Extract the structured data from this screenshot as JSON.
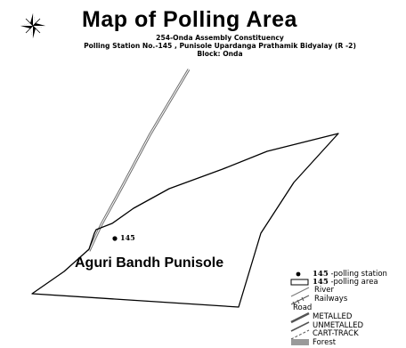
{
  "map": {
    "title": "Map of Polling Area",
    "constituency": "254-Onda Assembly Constituency",
    "polling_station": "Polling Station No.-145 , Punisole Upardanga Prathamik Bidyalay (R -2)",
    "block": "Block: Onda",
    "station_marker_label": "145",
    "area_name": "Aguri Bandh Punisole"
  },
  "legend": {
    "polling_station_number": "145",
    "polling_station_text": "-polling station",
    "polling_area_number": "145",
    "polling_area_text": "-polling area",
    "river": "River",
    "railways": "Railways",
    "road_heading": "Road",
    "metalled": "METALLED",
    "unmetalled": "UNMETALLED",
    "cart_track": "CART-TRACK",
    "forest": "Forest"
  },
  "icons": {
    "compass": "compass-rose-icon",
    "station": "filled-dot-icon",
    "area": "rectangle-outline-icon"
  },
  "colors": {
    "line": "#000000",
    "road": "#6f6f6f",
    "forest": "#9a9a9a"
  }
}
